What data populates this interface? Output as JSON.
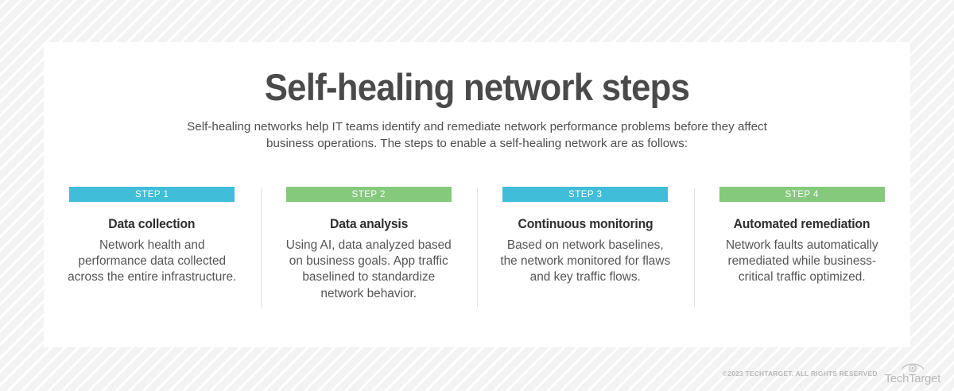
{
  "colors": {
    "blue": "#40bdd8",
    "green": "#85c97c",
    "title": "#4a4a4a",
    "body": "#555555",
    "divider": "#e3e3e3",
    "footer_gray": "#b9b9b9",
    "card_background": "#ffffff",
    "page_background": "#f4f4f4"
  },
  "header": {
    "title": "Self-healing network steps",
    "subtitle": "Self-healing networks help IT teams identify and remediate network performance problems before they affect business operations. The steps to enable a self-healing network are as follows:"
  },
  "steps": [
    {
      "badge": "STEP 1",
      "badge_color": "#40bdd8",
      "heading": "Data collection",
      "body": "Network health and performance data collected across the entire infrastructure."
    },
    {
      "badge": "STEP 2",
      "badge_color": "#85c97c",
      "heading": "Data analysis",
      "body": "Using AI, data analyzed based on business goals. App traffic baselined to standardize network behavior."
    },
    {
      "badge": "STEP 3",
      "badge_color": "#40bdd8",
      "heading": "Continuous monitoring",
      "body": "Based on network baselines, the network monitored for flaws and key traffic flows."
    },
    {
      "badge": "STEP 4",
      "badge_color": "#85c97c",
      "heading": "Automated remediation",
      "body": "Network faults automatically remediated while business-critical traffic optimized."
    }
  ],
  "footer": {
    "copyright": "©2023 TECHTARGET. ALL RIGHTS RESERVED",
    "logo_wordmark": "TechTarget",
    "logo_icon": "eye-icon"
  }
}
